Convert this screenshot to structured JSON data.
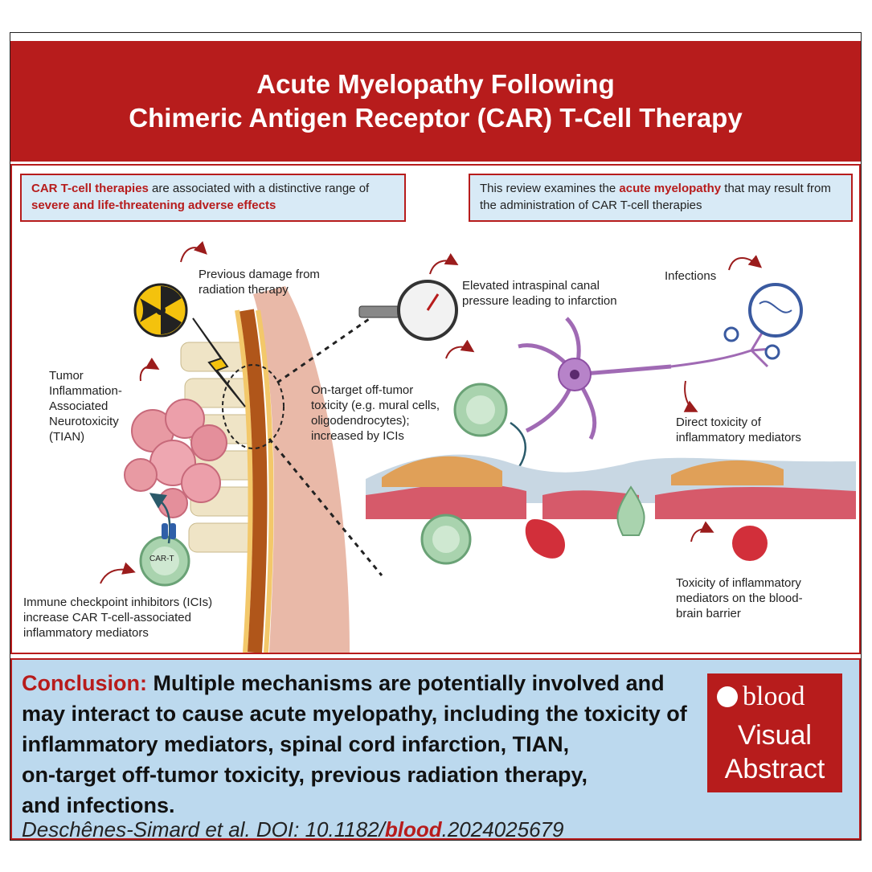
{
  "header": {
    "title_line1": "Acute Myelopathy Following",
    "title_line2": "Chimeric Antigen Receptor (CAR) T-Cell Therapy"
  },
  "left_box": {
    "part1": "CAR T-cell therapies",
    "part2": " are associated with a distinctive range of ",
    "part3": "severe and life-threatening adverse effects"
  },
  "right_box": {
    "part1": "This review examines the ",
    "part2": "acute myelopathy",
    "part3": " that may result from the administration of CAR T-cell therapies"
  },
  "labels": {
    "radiation_1": "Previous damage from",
    "radiation_2": "radiation therapy",
    "tian_1": "Tumor",
    "tian_2": "Inflammation-",
    "tian_3": "Associated",
    "tian_4": "Neurotoxicity",
    "tian_5": "(TIAN)",
    "ici_1": "Immune checkpoint inhibitors (ICIs)",
    "ici_2": "increase CAR T-cell-associated",
    "ici_3": "inflammatory mediators",
    "cart": "CAR-T",
    "pressure_1": "Elevated intraspinal canal",
    "pressure_2": "pressure leading to infarction",
    "infections": "Infections",
    "ontarget_1": "On-target off-tumor",
    "ontarget_2": "toxicity (e.g. mural cells,",
    "ontarget_3": "oligodendrocytes);",
    "ontarget_4": "increased by ICIs",
    "direct_1": "Direct toxicity of",
    "direct_2": "inflammatory mediators",
    "bbb_1": "Toxicity of inflammatory",
    "bbb_2": "mediators on the blood-",
    "bbb_3": "brain barrier"
  },
  "conclusion": {
    "heading": "Conclusion:",
    "line1": " Multiple mechanisms are potentially involved and",
    "line2": "may interact to cause acute myelopathy, including the toxicity of",
    "line3": "inflammatory mediators, spinal cord infarction, TIAN,",
    "line4": "on-target off-tumor toxicity, previous radiation therapy,",
    "line5": "and infections."
  },
  "citation": {
    "prefix": "Deschênes-Simard et al. DOI: 10.1182/",
    "journal": "blood",
    "suffix": ".2024025679"
  },
  "badge": {
    "brand": "blood",
    "line1": "Visual",
    "line2": "Abstract"
  },
  "colors": {
    "accent_red": "#b71c1c",
    "box_blue": "#d8eaf6",
    "conclusion_blue": "#bcd9ee"
  }
}
